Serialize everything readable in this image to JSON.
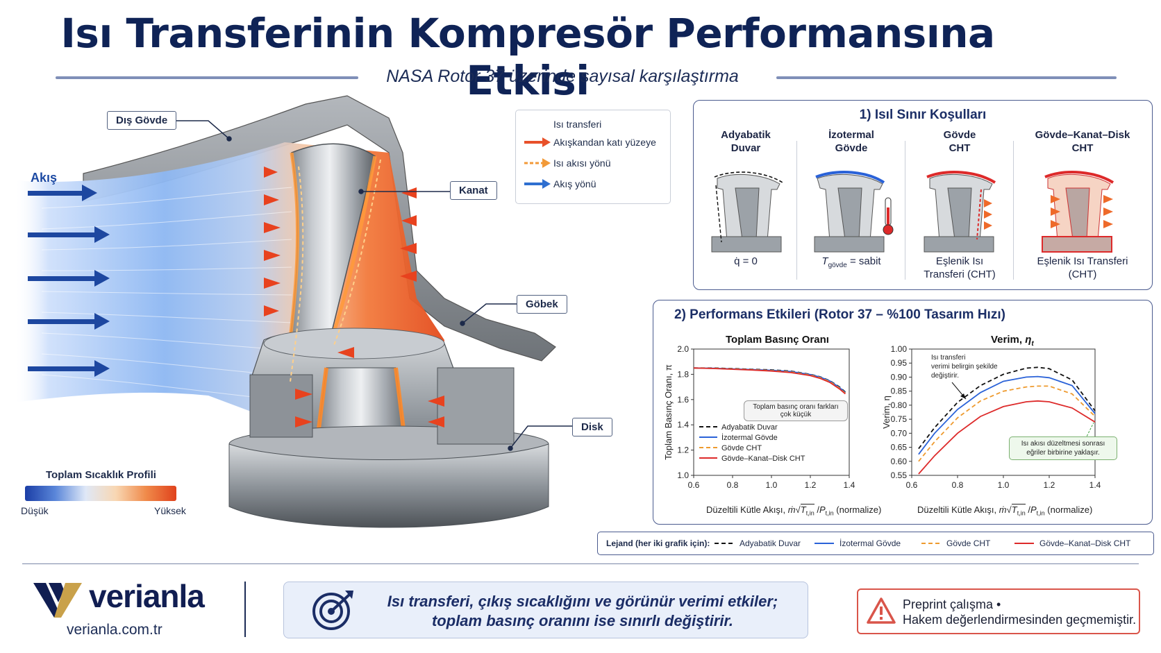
{
  "header": {
    "title": "Isı Transferinin Kompresör Performansına Etkisi",
    "subtitle": "NASA Rotor 37 üzerinde sayısal karşılaştırma"
  },
  "illustration": {
    "flow_label": "Akış",
    "callouts": {
      "outer_casing": "Dış Gövde",
      "blade": "Kanat",
      "hub": "Göbek",
      "disk": "Disk"
    },
    "legend": {
      "title": "Isı transferi",
      "items": [
        {
          "label": "Akışkandan katı yüzeye",
          "color": "#e8512a",
          "style": "solid"
        },
        {
          "label": "Isı akısı yönü",
          "color": "#f29a38",
          "style": "dashed"
        },
        {
          "label": "Akış yönü",
          "color": "#2f6fd0",
          "style": "solid"
        }
      ]
    },
    "temperature_profile": {
      "title": "Toplam Sıcaklık Profili",
      "low": "Düşük",
      "high": "Yüksek"
    }
  },
  "panel1": {
    "title": "1) Isıl Sınır Koşulları",
    "cases": [
      {
        "head1": "Adyabatik",
        "head2": "Duvar",
        "label1": "q̇ = 0",
        "label2": ""
      },
      {
        "head1": "İzotermal",
        "head2": "Gövde",
        "label1": "T",
        "label_sub": "gövde",
        "label_rest": " = sabit",
        "label2": ""
      },
      {
        "head1": "Gövde",
        "head2": "CHT",
        "label1": "Eşlenik Isı",
        "label2": "Transferi (CHT)"
      },
      {
        "head1": "Gövde–Kanat–Disk",
        "head2": "CHT",
        "label1": "Eşlenik Isı Transferi",
        "label2": "(CHT)"
      }
    ]
  },
  "panel2": {
    "title": "2) Performans Etkileri (Rotor 37 – %100 Tasarım Hızı)",
    "left_note": "Toplam basınç oranı farkları çok küçük",
    "right_note_top": [
      "Isı transferi",
      "verimi belirgin şekilde",
      "değiştirir."
    ],
    "right_note_bottom": [
      "Isı akısı düzeltmesi sonrası",
      "eğriler birbirine yaklaşır."
    ],
    "xlabel": "Düzeltili Kütle Akışı,",
    "xlabel_norm": "(normalize)"
  },
  "chart_data": [
    {
      "type": "line",
      "title": "Toplam Basınç Oranı",
      "ylabel": "Toplam Basınç Oranı, π",
      "xlabel": "Düzeltili Kütle Akışı, ṁ√Tt,in / Pt,in (normalize)",
      "xlim": [
        0.6,
        1.4
      ],
      "ylim": [
        1.0,
        2.0
      ],
      "xticks": [
        0.6,
        0.8,
        1.0,
        1.2,
        1.4
      ],
      "yticks": [
        1.0,
        1.2,
        1.4,
        1.6,
        1.8,
        2.0
      ],
      "legend_position": "bottom-left",
      "series": [
        {
          "name": "Adyabatik Duvar",
          "color": "#111111",
          "dash": "6,4",
          "x": [
            0.6,
            0.7,
            0.8,
            0.9,
            1.0,
            1.1,
            1.2,
            1.25,
            1.3,
            1.35,
            1.38
          ],
          "y": [
            1.85,
            1.85,
            1.845,
            1.84,
            1.835,
            1.825,
            1.8,
            1.78,
            1.75,
            1.7,
            1.66
          ]
        },
        {
          "name": "İzotermal Gövde",
          "color": "#2a62d8",
          "dash": "",
          "x": [
            0.6,
            0.7,
            0.8,
            0.9,
            1.0,
            1.1,
            1.2,
            1.25,
            1.3,
            1.35,
            1.38
          ],
          "y": [
            1.85,
            1.848,
            1.843,
            1.838,
            1.832,
            1.822,
            1.798,
            1.778,
            1.748,
            1.695,
            1.655
          ]
        },
        {
          "name": "Gövde CHT",
          "color": "#ee9a2e",
          "dash": "6,4",
          "x": [
            0.6,
            0.7,
            0.8,
            0.9,
            1.0,
            1.1,
            1.2,
            1.25,
            1.3,
            1.35,
            1.38
          ],
          "y": [
            1.85,
            1.847,
            1.842,
            1.836,
            1.829,
            1.818,
            1.794,
            1.773,
            1.742,
            1.69,
            1.65
          ]
        },
        {
          "name": "Gövde–Kanat–Disk CHT",
          "color": "#dd2a2a",
          "dash": "",
          "x": [
            0.6,
            0.7,
            0.8,
            0.9,
            1.0,
            1.1,
            1.2,
            1.25,
            1.3,
            1.35,
            1.38
          ],
          "y": [
            1.85,
            1.846,
            1.84,
            1.834,
            1.826,
            1.814,
            1.79,
            1.768,
            1.736,
            1.684,
            1.645
          ]
        }
      ]
    },
    {
      "type": "line",
      "title": "Verim, η",
      "ylabel": "Verim, η",
      "xlabel": "Düzeltili Kütle Akışı, ṁ√Tt,in / Pt,in (normalize)",
      "xlim": [
        0.6,
        1.4
      ],
      "ylim": [
        0.55,
        1.0
      ],
      "xticks": [
        0.6,
        0.8,
        1.0,
        1.2,
        1.4
      ],
      "yticks": [
        0.55,
        0.6,
        0.65,
        0.7,
        0.75,
        0.8,
        0.85,
        0.9,
        0.95,
        1.0
      ],
      "series": [
        {
          "name": "Adyabatik Duvar",
          "color": "#111111",
          "dash": "6,4",
          "x": [
            0.63,
            0.7,
            0.8,
            0.9,
            1.0,
            1.1,
            1.15,
            1.2,
            1.3,
            1.4
          ],
          "y": [
            0.645,
            0.72,
            0.81,
            0.87,
            0.91,
            0.932,
            0.935,
            0.93,
            0.89,
            0.78
          ]
        },
        {
          "name": "İzotermal Gövde",
          "color": "#2a62d8",
          "dash": "",
          "x": [
            0.63,
            0.7,
            0.8,
            0.9,
            1.0,
            1.1,
            1.15,
            1.2,
            1.3,
            1.4
          ],
          "y": [
            0.625,
            0.7,
            0.785,
            0.845,
            0.885,
            0.9,
            0.902,
            0.898,
            0.87,
            0.77
          ]
        },
        {
          "name": "Gövde CHT",
          "color": "#ee9a2e",
          "dash": "6,4",
          "x": [
            0.63,
            0.7,
            0.8,
            0.9,
            1.0,
            1.1,
            1.15,
            1.2,
            1.3,
            1.4
          ],
          "y": [
            0.6,
            0.67,
            0.755,
            0.815,
            0.85,
            0.865,
            0.868,
            0.868,
            0.84,
            0.76
          ]
        },
        {
          "name": "Gövde–Kanat–Disk CHT",
          "color": "#dd2a2a",
          "dash": "",
          "x": [
            0.63,
            0.7,
            0.8,
            0.9,
            1.0,
            1.1,
            1.15,
            1.2,
            1.3,
            1.4
          ],
          "y": [
            0.555,
            0.62,
            0.7,
            0.76,
            0.795,
            0.812,
            0.815,
            0.812,
            0.79,
            0.74
          ]
        }
      ]
    }
  ],
  "bottom_legend": {
    "label": "Lejand (her iki grafik için):",
    "items": [
      {
        "name": "Adyabatik Duvar",
        "color": "#111111",
        "dash": "6,4"
      },
      {
        "name": "İzotermal Gövde",
        "color": "#2a62d8",
        "dash": ""
      },
      {
        "name": "Gövde CHT",
        "color": "#ee9a2e",
        "dash": "6,4"
      },
      {
        "name": "Gövde–Kanat–Disk CHT",
        "color": "#dd2a2a",
        "dash": ""
      }
    ]
  },
  "footer": {
    "brand": "verianla",
    "url": "verianla.com.tr",
    "takeaway_line1": "Isı transferi, çıkış sıcaklığını ve görünür verimi etkiler;",
    "takeaway_line2": "toplam basınç oranını ise sınırlı değiştirir.",
    "preprint_line1": "Preprint çalışma •",
    "preprint_line2": "Hakem değerlendirmesinden geçmemiştir."
  },
  "colors": {
    "navy": "#0f2356",
    "panel_border": "#4a5a8e",
    "hot": "#e8512a",
    "cold": "#2f6fd0"
  }
}
